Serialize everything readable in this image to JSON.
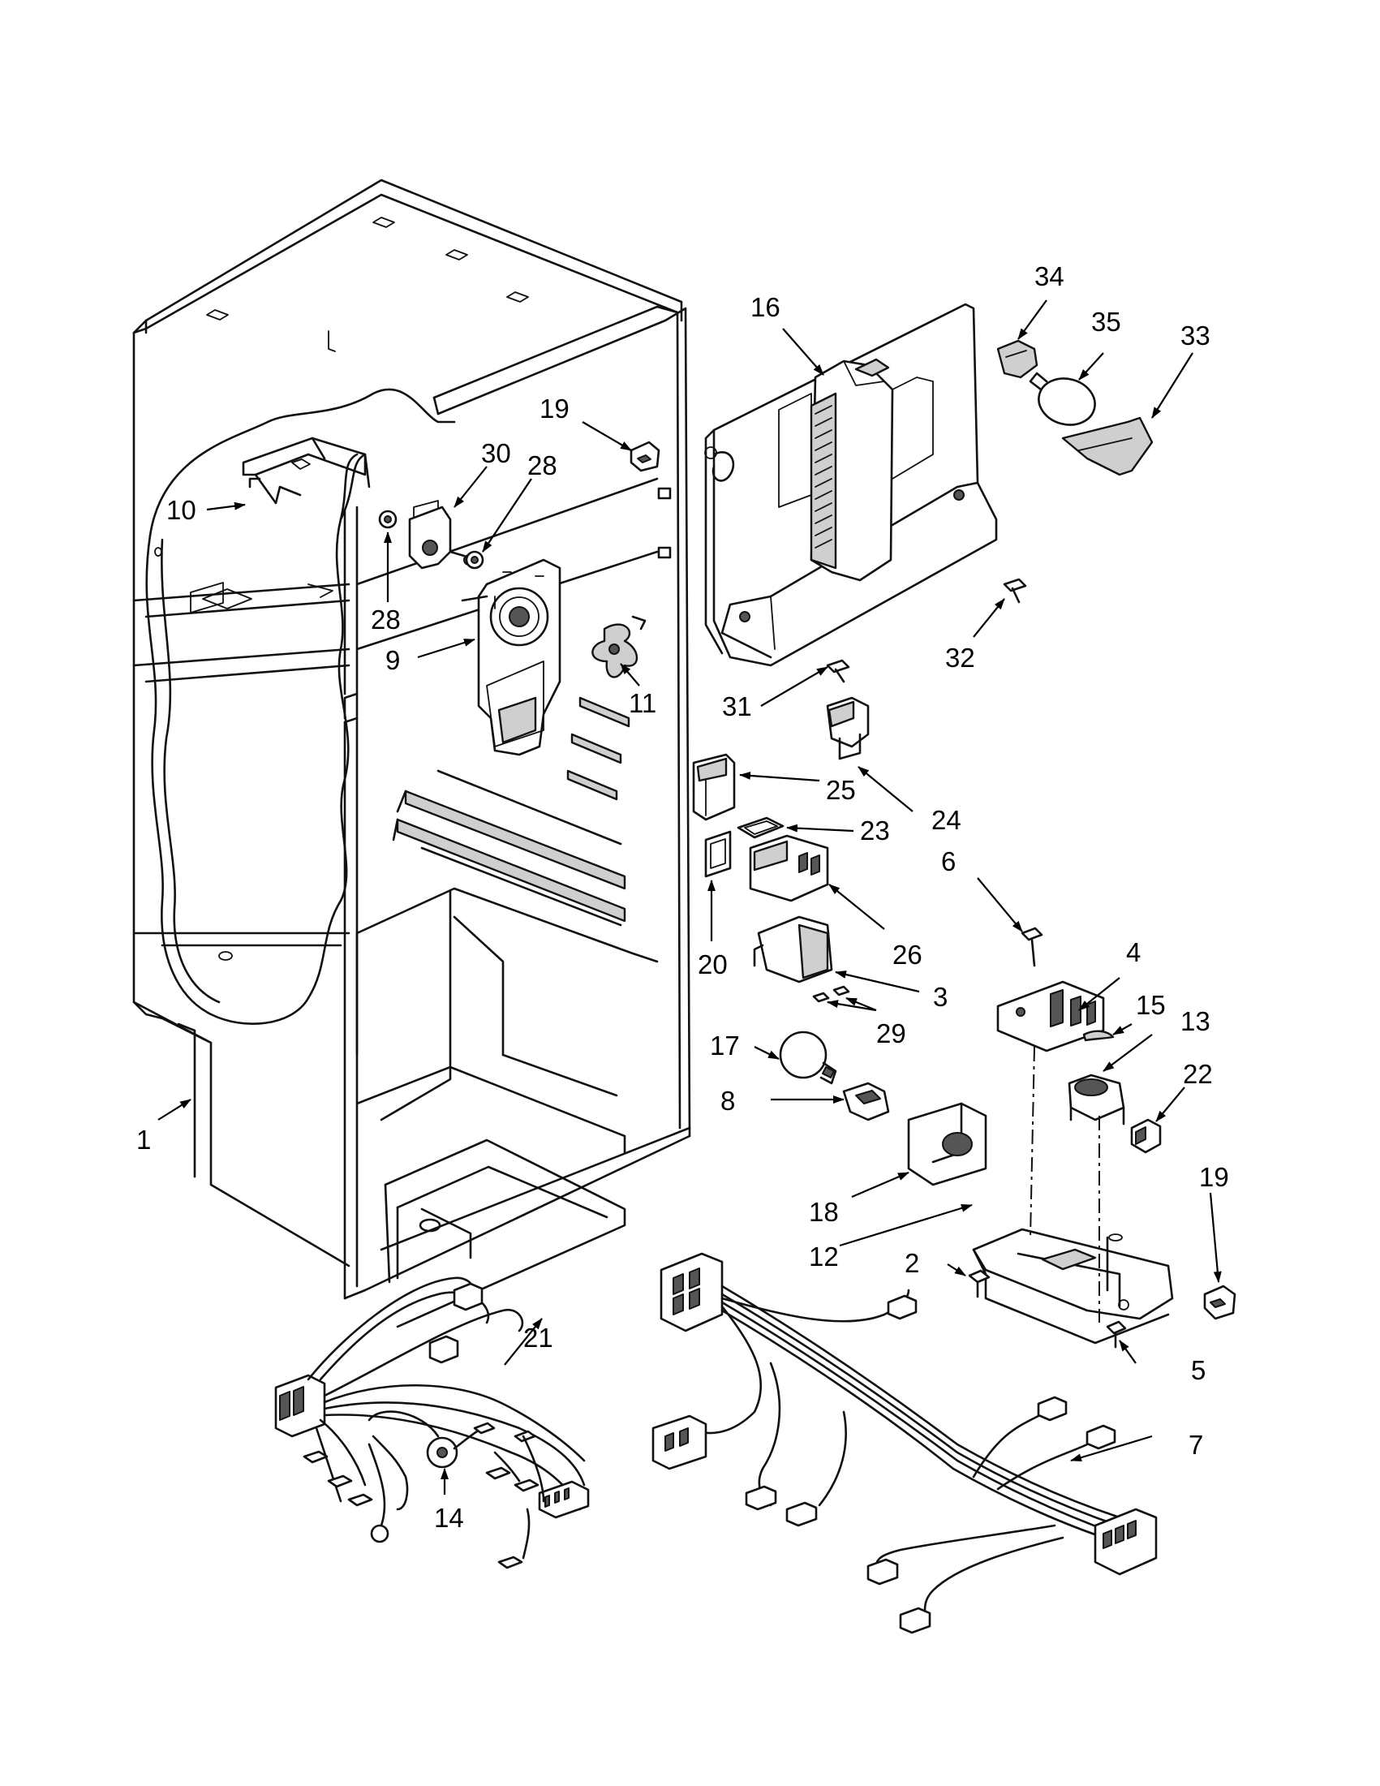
{
  "labels": {
    "p1": "1",
    "p2": "2",
    "p3": "3",
    "p4": "4",
    "p5": "5",
    "p6": "6",
    "p7": "7",
    "p8": "8",
    "p9": "9",
    "p10": "10",
    "p11": "11",
    "p12": "12",
    "p13": "13",
    "p14": "14",
    "p15": "15",
    "p16": "16",
    "p17": "17",
    "p18": "18",
    "p19a": "19",
    "p19b": "19",
    "p20": "20",
    "p21": "21",
    "p22": "22",
    "p23": "23",
    "p24": "24",
    "p25": "25",
    "p26": "26",
    "p28a": "28",
    "p28b": "28",
    "p29": "29",
    "p30": "30",
    "p31": "31",
    "p32": "32",
    "p33": "33",
    "p34": "34",
    "p35": "35"
  }
}
